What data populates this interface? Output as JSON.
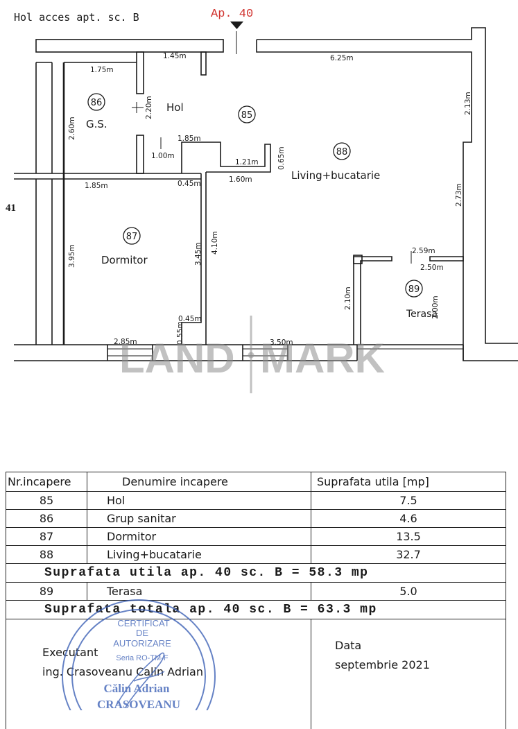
{
  "header": {
    "access_label": "Hol acces apt. sc. B",
    "apartment_label": "Ap. 40"
  },
  "plan": {
    "neighbor_label": "41",
    "rooms": [
      {
        "number": "85",
        "name": "Hol"
      },
      {
        "number": "86",
        "name": "G.S."
      },
      {
        "number": "87",
        "name": "Dormitor"
      },
      {
        "number": "88",
        "name": "Living+bucatarie"
      },
      {
        "number": "89",
        "name": "Terasa"
      }
    ],
    "dimensions": [
      "1.45m",
      "6.25m",
      "1.75m",
      "2.20m",
      "2.60m",
      "2.13m",
      "1.85m",
      "1.00m",
      "1.21m",
      "0.65m",
      "1.85m",
      "0.45m",
      "1.60m",
      "2.73m",
      "4.10m",
      "3.45m",
      "3.95m",
      "2.59m",
      "2.50m",
      "2.10m",
      "2.00m",
      "0.45m",
      "0.55m",
      "2.85m",
      "3.50m"
    ],
    "watermark": {
      "left": "LAND",
      "right": "MARK"
    }
  },
  "colors": {
    "apartment_label": "#d0312d",
    "watermark": "#8f8f8f",
    "stamp": "#3b5fb5"
  },
  "table": {
    "headers": [
      "Nr.incapere",
      "Denumire incapere",
      "Suprafata utila [mp]"
    ],
    "rows": [
      [
        "85",
        "Hol",
        "7.5"
      ],
      [
        "86",
        "Grup sanitar",
        "4.6"
      ],
      [
        "87",
        "Dormitor",
        "13.5"
      ],
      [
        "88",
        "Living+bucatarie",
        "32.7"
      ]
    ],
    "subtotal": "Suprafata utila ap. 40 sc. B = 58.3 mp",
    "terrace_row": [
      "89",
      "Terasa",
      "5.0"
    ],
    "total": "Suprafata totala ap. 40 sc. B = 63.3 mp",
    "executant_label": "Executant",
    "executant_name": "ing. Crasoveanu Calin Adrian",
    "date_label": "Data",
    "date_value": "septembrie 2021"
  },
  "stamp": {
    "lines": [
      "CERTIFICAT",
      "DE",
      "AUTORIZARE",
      "Seria RO-TM-F",
      "Călin Adrian",
      "CRASOVEANU"
    ]
  }
}
